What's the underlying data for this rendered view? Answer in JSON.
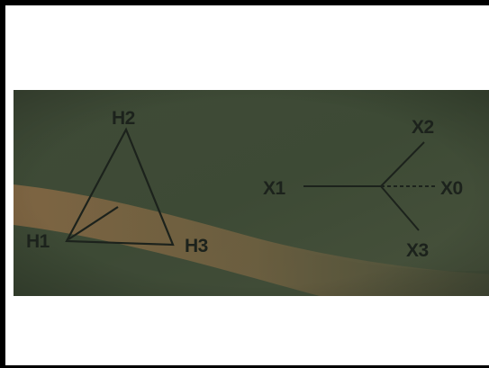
{
  "diagrams": {
    "delta": {
      "labels": {
        "top": "H2",
        "left": "H1",
        "right": "H3"
      }
    },
    "wye": {
      "labels": {
        "left": "X1",
        "upper": "X2",
        "right": "X0",
        "lower": "X3"
      }
    }
  },
  "colors": {
    "photo_green": "#3d4a35",
    "photo_orange_band": "#8a6a45",
    "ink": "#1c221c",
    "frame": "#000000",
    "background": "#ffffff"
  }
}
